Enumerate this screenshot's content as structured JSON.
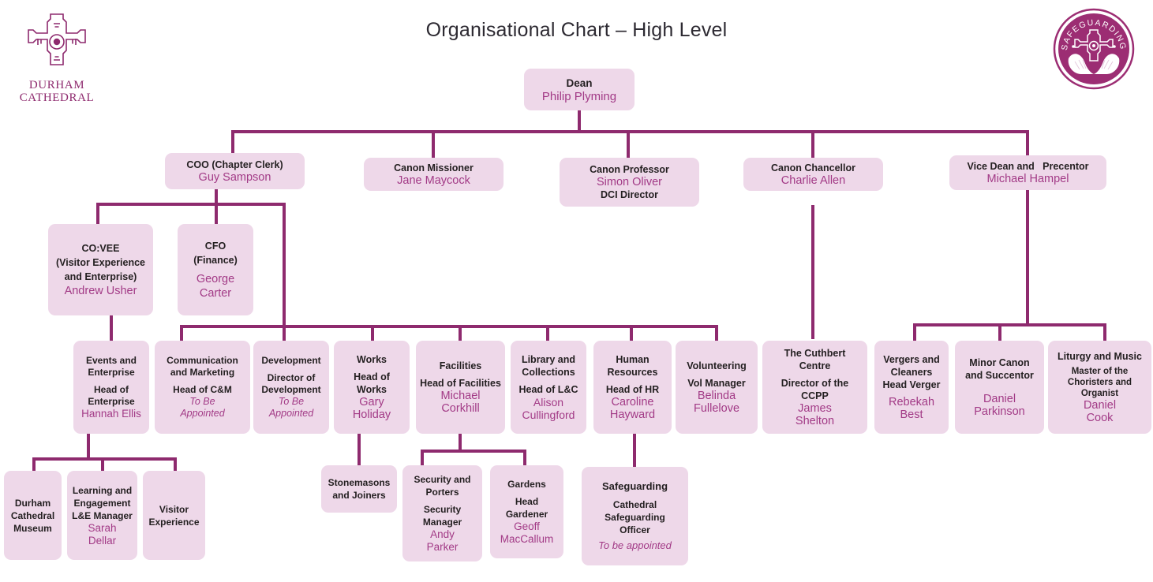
{
  "page": {
    "title": "Organisational Chart – High Level",
    "brand": {
      "line1": "DURHAM",
      "line2": "CATHEDRAL",
      "logo_icon": "durham-cathedral-cross-logo"
    },
    "safeguarding": {
      "label": "SAFEGUARDING",
      "logo_icon": "safeguarding-badge-logo"
    }
  },
  "colors": {
    "box_fill": "#eed8e9",
    "connector": "#8e2a6e",
    "person_text": "#a23a86",
    "role_text": "#231f20",
    "title_text": "#2d2a32",
    "brand_purple": "#8e2a6e"
  },
  "chart_data": {
    "type": "diagram",
    "title": "Organisational Chart – High Level",
    "nodes": [
      {
        "id": "dean",
        "role": "Dean",
        "person": "Philip Plyming"
      },
      {
        "id": "coo",
        "role": "COO (Chapter Clerk)",
        "person": "Guy Sampson"
      },
      {
        "id": "canon-missioner",
        "role": "Canon Missioner",
        "person": "Jane Maycock"
      },
      {
        "id": "canon-professor",
        "role": "Canon Professor",
        "person": "Simon Oliver",
        "sub2": "DCI Director"
      },
      {
        "id": "canon-chancellor",
        "role": "Canon Chancellor",
        "person": "Charlie Allen"
      },
      {
        "id": "vice-dean",
        "role": "Vice Dean and   Precentor",
        "person": "Michael Hampel"
      },
      {
        "id": "covee",
        "role": "CO:VEE\n(Visitor Experience\nand Enterprise)",
        "person": "Andrew Usher"
      },
      {
        "id": "cfo",
        "role": "CFO\n(Finance)",
        "person": "George Carter"
      },
      {
        "id": "events",
        "role": "Events and\nEnterprise",
        "sub": "Head of\nEnterprise",
        "person": "Hannah Ellis"
      },
      {
        "id": "comms",
        "role": "Communication\nand Marketing",
        "sub": "Head of C&M",
        "tba": "To Be\nAppointed"
      },
      {
        "id": "development",
        "role": "Development",
        "sub": "Director of\nDevelopment",
        "tba": "To Be\nAppointed"
      },
      {
        "id": "works",
        "role": "Works",
        "sub": "Head of Works",
        "person": "Gary\nHoliday"
      },
      {
        "id": "facilities",
        "role": "Facilities",
        "sub": "Head of Facilities",
        "person": "Michael\nCorkhill"
      },
      {
        "id": "library",
        "role": "Library and\nCollections",
        "sub": "Head of L&C",
        "person": "Alison\nCullingford"
      },
      {
        "id": "hr",
        "role": "Human\nResources",
        "sub": "Head of HR",
        "person": "Caroline\nHayward"
      },
      {
        "id": "volunteering",
        "role": "Volunteering",
        "sub": "Vol Manager",
        "person": "Belinda\nFullelove"
      },
      {
        "id": "cuthbert",
        "role": "The Cuthbert\nCentre",
        "sub": "Director of the CCPP",
        "person": "James\nShelton"
      },
      {
        "id": "vergers",
        "role": "Vergers and\nCleaners",
        "sub": "Head Verger",
        "person": "Rebekah\nBest"
      },
      {
        "id": "minor-canon",
        "role": "Minor Canon\nand Succentor",
        "person": "Daniel\nParkinson"
      },
      {
        "id": "liturgy",
        "role": "Liturgy and Music",
        "sub": "Master of the\nChoristers   and\nOrganist",
        "person": "Daniel\nCook"
      },
      {
        "id": "museum",
        "role": "Durham\nCathedral\nMuseum"
      },
      {
        "id": "learning",
        "role": "Learning and\nEngagement",
        "sub": "L&E Manager",
        "person": "Sarah\nDellar"
      },
      {
        "id": "visitor-experience",
        "role": "Visitor\nExperience"
      },
      {
        "id": "stonemasons",
        "role": "Stonemasons\nand Joiners"
      },
      {
        "id": "security",
        "role": "Security and\nPorters",
        "sub": "Security Manager",
        "person": "Andy\nParker"
      },
      {
        "id": "gardens",
        "role": "Gardens",
        "sub": "Head Gardener",
        "person": "Geoff\nMacCallum"
      },
      {
        "id": "safeguarding",
        "role": "Safeguarding",
        "sub": "Cathedral Safeguarding\nOfficer",
        "tba": "To be appointed"
      }
    ],
    "edges": [
      {
        "from": "dean",
        "to": "coo"
      },
      {
        "from": "dean",
        "to": "canon-missioner"
      },
      {
        "from": "dean",
        "to": "canon-professor"
      },
      {
        "from": "dean",
        "to": "canon-chancellor"
      },
      {
        "from": "dean",
        "to": "vice-dean"
      },
      {
        "from": "coo",
        "to": "covee"
      },
      {
        "from": "coo",
        "to": "cfo"
      },
      {
        "from": "coo",
        "to": "comms"
      },
      {
        "from": "coo",
        "to": "development"
      },
      {
        "from": "coo",
        "to": "works"
      },
      {
        "from": "coo",
        "to": "facilities"
      },
      {
        "from": "coo",
        "to": "library"
      },
      {
        "from": "coo",
        "to": "hr"
      },
      {
        "from": "coo",
        "to": "volunteering"
      },
      {
        "from": "covee",
        "to": "events"
      },
      {
        "from": "events",
        "to": "museum"
      },
      {
        "from": "events",
        "to": "learning"
      },
      {
        "from": "events",
        "to": "visitor-experience"
      },
      {
        "from": "works",
        "to": "stonemasons"
      },
      {
        "from": "facilities",
        "to": "security"
      },
      {
        "from": "facilities",
        "to": "gardens"
      },
      {
        "from": "hr",
        "to": "safeguarding"
      },
      {
        "from": "canon-chancellor",
        "to": "cuthbert"
      },
      {
        "from": "vice-dean",
        "to": "vergers"
      },
      {
        "from": "vice-dean",
        "to": "minor-canon"
      },
      {
        "from": "vice-dean",
        "to": "liturgy"
      }
    ]
  }
}
